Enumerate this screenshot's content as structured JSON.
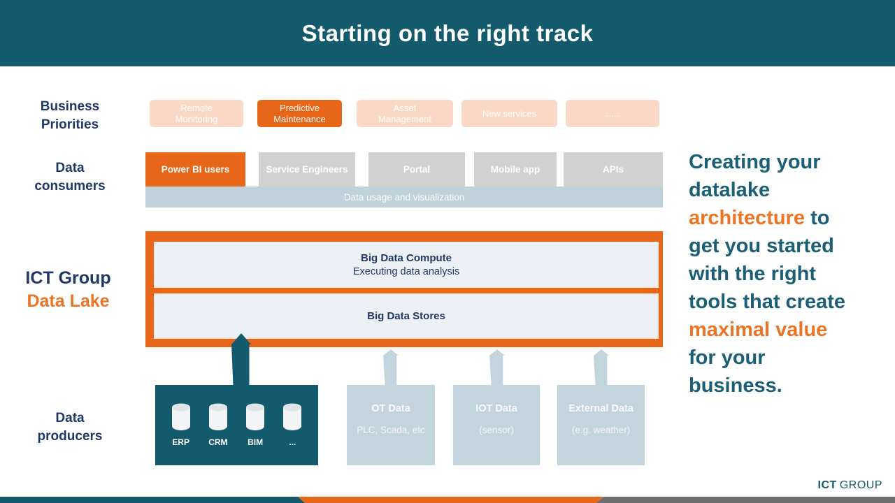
{
  "title": "Starting on the right track",
  "colors": {
    "teal-dark": "#135A6C",
    "teal-text": "#1A5F75",
    "navy": "#1F3864",
    "orange": "#E7661A",
    "orange-text": "#ED7425",
    "peach": "#F9D9C5",
    "gray-box": "#D1D1D1",
    "usage-bar": "#C0D2D9",
    "inner-box": "#EDF0F4",
    "producer-light": "#C3D5DC",
    "footer-gray": "#6F6F6F"
  },
  "labels": {
    "business_priorities": "Business\nPriorities",
    "data_consumers": "Data\nconsumers",
    "ict_group": "ICT Group",
    "data_lake": "Data Lake",
    "data_producers": "Data\nproducers"
  },
  "priorities": {
    "items": [
      {
        "label": "Remote\nMonitoring",
        "active": false
      },
      {
        "label": "Predictive\nMaintenance",
        "active": true
      },
      {
        "label": "Asset\nManagement",
        "active": false
      },
      {
        "label": "New services",
        "active": false
      },
      {
        "label": ".....",
        "active": false
      }
    ]
  },
  "consumers": {
    "items": [
      {
        "label": "Power BI users",
        "active": true
      },
      {
        "label": "Service Engineers",
        "active": false
      },
      {
        "label": "Portal",
        "active": false
      },
      {
        "label": "Mobile app",
        "active": false
      },
      {
        "label": "APIs",
        "active": false
      }
    ],
    "usage_bar": "Data usage and visualization"
  },
  "datalake": {
    "compute_title": "Big Data Compute",
    "compute_subtitle": "Executing data analysis",
    "stores_title": "Big Data Stores"
  },
  "producers": {
    "internal": {
      "items": [
        {
          "label": "ERP"
        },
        {
          "label": "CRM"
        },
        {
          "label": "BIM"
        },
        {
          "label": "..."
        }
      ]
    },
    "ot": {
      "title": "OT  Data",
      "subtitle": "PLC, Scada, etc"
    },
    "iot": {
      "title": "IOT Data",
      "subtitle": "(sensor)"
    },
    "external": {
      "title": "External  Data",
      "subtitle": "(e.g. weather)"
    }
  },
  "sidebar_text": {
    "segments": [
      {
        "text": "Creating your\ndatalake\n",
        "color": "teal"
      },
      {
        "text": "architecture",
        "color": "orange"
      },
      {
        "text": " to\nget you started\nwith the right\ntools that create\n",
        "color": "teal"
      },
      {
        "text": "maximal value",
        "color": "orange"
      },
      {
        "text": "\nfor your\nbusiness.",
        "color": "teal"
      }
    ]
  },
  "footer": {
    "logo_bold": "ICT",
    "logo_light": "GROUP"
  }
}
